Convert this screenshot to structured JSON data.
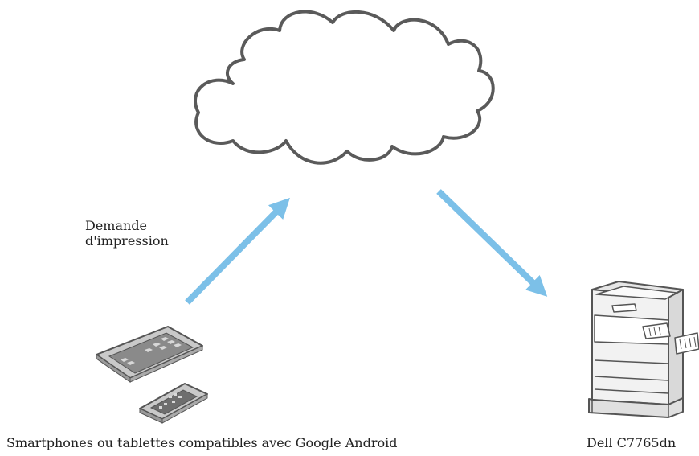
{
  "request_label": [
    "Demande",
    "d'impression"
  ],
  "devices_caption": "Smartphones ou tablettes compatibles avec Google Android",
  "printer_caption": "Dell C7765dn",
  "colors": {
    "arrow": "#7cc0e8",
    "outline": "#5a5a5a",
    "device_fill": "#c9c9c9",
    "screen": "#888888",
    "printer_fill": "#f2f2f2"
  },
  "icons": [
    "cloud-icon",
    "tablet-icon",
    "smartphone-icon",
    "printer-icon",
    "upload-arrow",
    "download-arrow"
  ]
}
